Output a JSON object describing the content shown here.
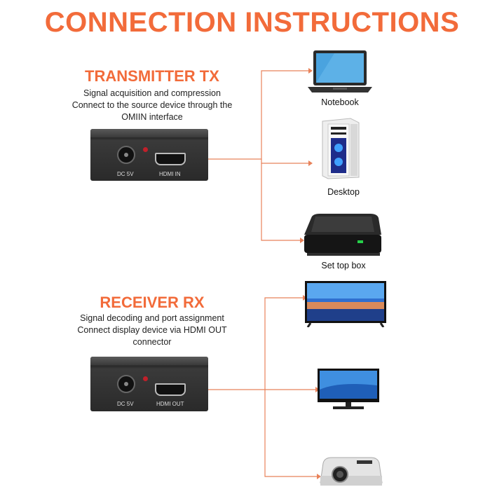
{
  "title": "CONNECTION INSTRUCTIONS",
  "colors": {
    "accent": "#f26b3a",
    "line": "#e8825a"
  },
  "transmitter": {
    "title": "TRANSMITTER TX",
    "lines": [
      "Signal acquisition and compression",
      "Connect to the source device through the",
      "OMIIN interface"
    ],
    "dc_label": "DC 5V",
    "port_label": "HDMI IN"
  },
  "receiver": {
    "title": "RECEIVER RX",
    "lines": [
      "Signal decoding and port assignment",
      "Connect display device via HDMI OUT",
      "connector"
    ],
    "dc_label": "DC 5V",
    "port_label": "HDMI OUT"
  },
  "sources": [
    {
      "label": "Notebook",
      "icon": "notebook-icon"
    },
    {
      "label": "Desktop",
      "icon": "desktop-icon"
    },
    {
      "label": "Set top box",
      "icon": "set-top-box-icon"
    }
  ],
  "displays": [
    {
      "icon": "tv-icon"
    },
    {
      "icon": "monitor-icon"
    },
    {
      "icon": "projector-icon"
    }
  ]
}
